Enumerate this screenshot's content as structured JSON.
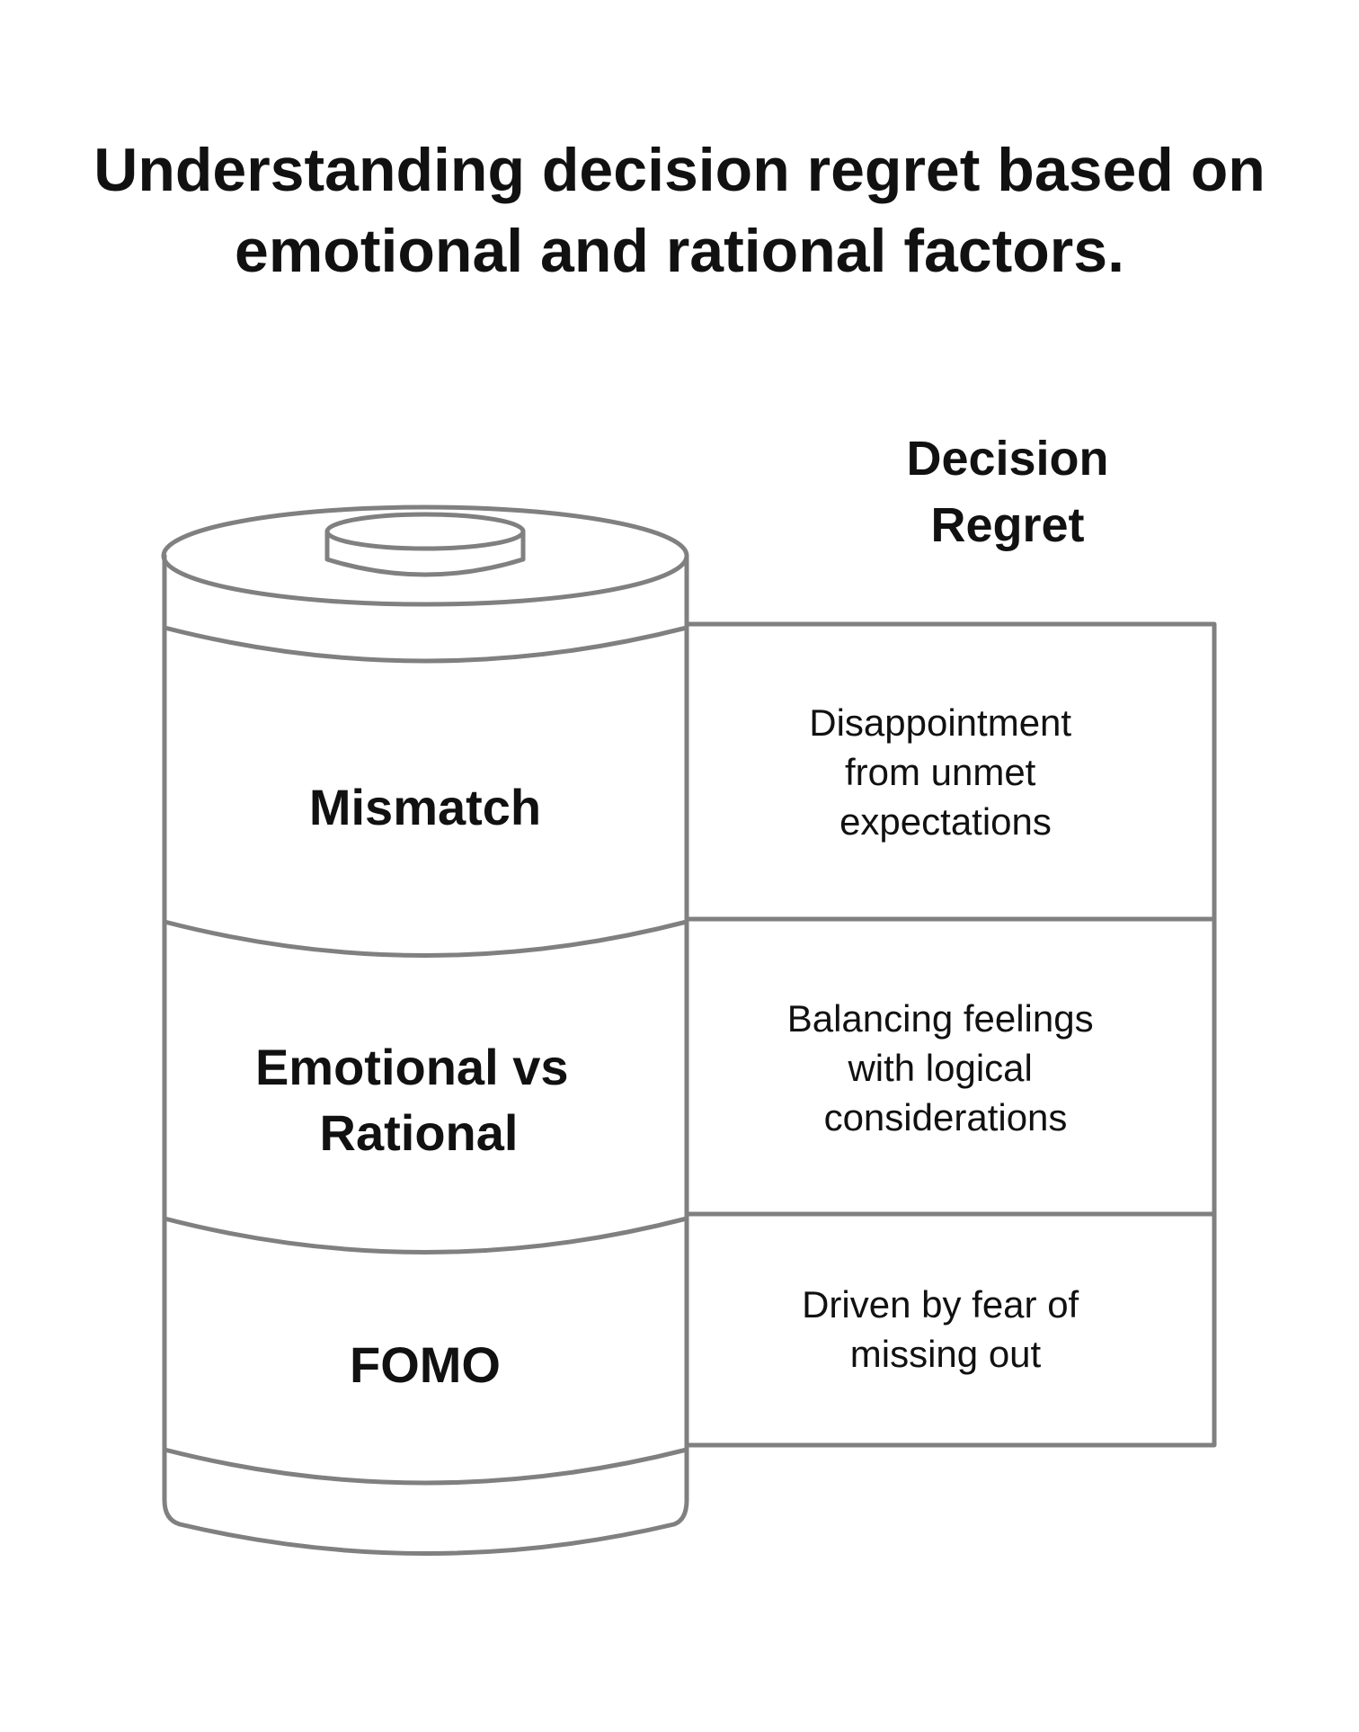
{
  "title": {
    "line1": "Understanding decision regret based on",
    "line2": "emotional and rational factors."
  },
  "heading": {
    "line1": "Decision",
    "line2": "Regret"
  },
  "segments": [
    {
      "label_lines": [
        "Mismatch"
      ],
      "desc_lines": [
        "Disappointment",
        "from unmet",
        "expectations"
      ]
    },
    {
      "label_lines": [
        "Emotional vs",
        "Rational"
      ],
      "desc_lines": [
        "Balancing feelings",
        "with logical",
        "considerations"
      ]
    },
    {
      "label_lines": [
        "FOMO"
      ],
      "desc_lines": [
        "Driven by fear of",
        "missing out"
      ]
    }
  ],
  "colors": {
    "stroke": "#808080",
    "text": "#111111",
    "background": "#ffffff"
  }
}
